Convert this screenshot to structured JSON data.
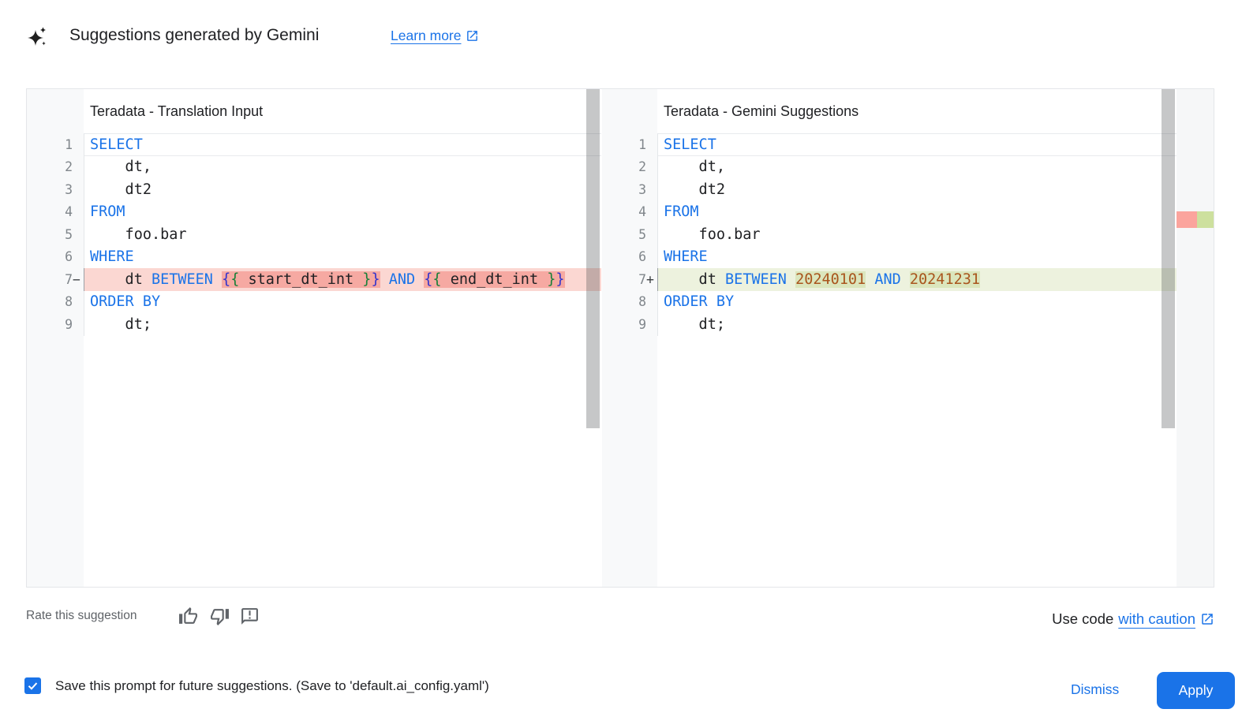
{
  "header": {
    "title": "Suggestions generated by Gemini",
    "learn_more": "Learn more"
  },
  "icons": {
    "header": "gemini-sparkle-icon",
    "learn_more": "external-link-icon",
    "rate_up": "thumbs-up-icon",
    "rate_down": "thumbs-down-icon",
    "rate_feedback": "feedback-bubble-icon",
    "caution": "external-link-icon",
    "checkbox": "checkmark-icon"
  },
  "colors": {
    "accent_blue": "#1a73e8",
    "keyword": "#1a73e8",
    "number_literal": "#a9551d",
    "brace_blue": "#3333cc",
    "brace_green": "#188038",
    "deleted_line_bg": "#fbd7d2",
    "deleted_word_bg": "#f6a9a2",
    "added_line_bg": "#edf2de",
    "added_word_bg": "#dbe6bd",
    "gutter_bg": "#f8f9fa",
    "line_number": "#80868b"
  },
  "editors": [
    {
      "title": "Teradata - Translation Input",
      "lines": [
        {
          "n": "1",
          "cls": "cur",
          "segs": [
            {
              "t": "SELECT",
              "c": "kw"
            }
          ]
        },
        {
          "n": "2",
          "segs": [
            {
              "t": "    dt,",
              "c": "pl"
            }
          ]
        },
        {
          "n": "3",
          "segs": [
            {
              "t": "    dt2",
              "c": "pl"
            }
          ]
        },
        {
          "n": "4",
          "segs": [
            {
              "t": "FROM",
              "c": "kw"
            }
          ]
        },
        {
          "n": "5",
          "segs": [
            {
              "t": "    foo.bar",
              "c": "pl"
            }
          ]
        },
        {
          "n": "6",
          "segs": [
            {
              "t": "WHERE",
              "c": "kw"
            }
          ]
        },
        {
          "n": "7",
          "cls": "del",
          "sign": "−",
          "segs": [
            {
              "t": "    dt ",
              "c": "pl"
            },
            {
              "t": "BETWEEN",
              "c": "kw"
            },
            {
              "t": " ",
              "c": "pl"
            },
            {
              "t": "{",
              "c": "brb",
              "m": true
            },
            {
              "t": "{",
              "c": "brg",
              "m": true
            },
            {
              "t": " start_dt_int ",
              "c": "pl",
              "m": true
            },
            {
              "t": "}",
              "c": "brg",
              "m": true
            },
            {
              "t": "}",
              "c": "brb",
              "m": true
            },
            {
              "t": " ",
              "c": "pl"
            },
            {
              "t": "AND",
              "c": "kw"
            },
            {
              "t": " ",
              "c": "pl"
            },
            {
              "t": "{",
              "c": "brb",
              "m": true
            },
            {
              "t": "{",
              "c": "brg",
              "m": true
            },
            {
              "t": " end_dt_int ",
              "c": "pl",
              "m": true
            },
            {
              "t": "}",
              "c": "brg",
              "m": true
            },
            {
              "t": "}",
              "c": "brb",
              "m": true
            }
          ]
        },
        {
          "n": "8",
          "segs": [
            {
              "t": "ORDER BY",
              "c": "kw"
            }
          ]
        },
        {
          "n": "9",
          "segs": [
            {
              "t": "    dt;",
              "c": "pl"
            }
          ]
        }
      ]
    },
    {
      "title": "Teradata - Gemini Suggestions",
      "lines": [
        {
          "n": "1",
          "cls": "cur",
          "segs": [
            {
              "t": "SELECT",
              "c": "kw"
            }
          ]
        },
        {
          "n": "2",
          "segs": [
            {
              "t": "    dt,",
              "c": "pl"
            }
          ]
        },
        {
          "n": "3",
          "segs": [
            {
              "t": "    dt2",
              "c": "pl"
            }
          ]
        },
        {
          "n": "4",
          "segs": [
            {
              "t": "FROM",
              "c": "kw"
            }
          ]
        },
        {
          "n": "5",
          "segs": [
            {
              "t": "    foo.bar",
              "c": "pl"
            }
          ]
        },
        {
          "n": "6",
          "segs": [
            {
              "t": "WHERE",
              "c": "kw"
            }
          ]
        },
        {
          "n": "7",
          "cls": "add",
          "sign": "+",
          "segs": [
            {
              "t": "    dt ",
              "c": "pl"
            },
            {
              "t": "BETWEEN",
              "c": "kw"
            },
            {
              "t": " ",
              "c": "pl"
            },
            {
              "t": "20240101",
              "c": "num",
              "m": true
            },
            {
              "t": " ",
              "c": "pl"
            },
            {
              "t": "AND",
              "c": "kw"
            },
            {
              "t": " ",
              "c": "pl"
            },
            {
              "t": "20241231",
              "c": "num",
              "m": true
            }
          ]
        },
        {
          "n": "8",
          "segs": [
            {
              "t": "ORDER BY",
              "c": "kw"
            }
          ]
        },
        {
          "n": "9",
          "segs": [
            {
              "t": "    dt;",
              "c": "pl"
            }
          ]
        }
      ]
    }
  ],
  "rate": {
    "label": "Rate this suggestion"
  },
  "caution": {
    "prefix": "Use code",
    "link": "with caution"
  },
  "footer": {
    "save_label": "Save this prompt for future suggestions. (Save to 'default.ai_config.yaml')",
    "checkbox_checked": true,
    "dismiss": "Dismiss",
    "apply": "Apply"
  }
}
